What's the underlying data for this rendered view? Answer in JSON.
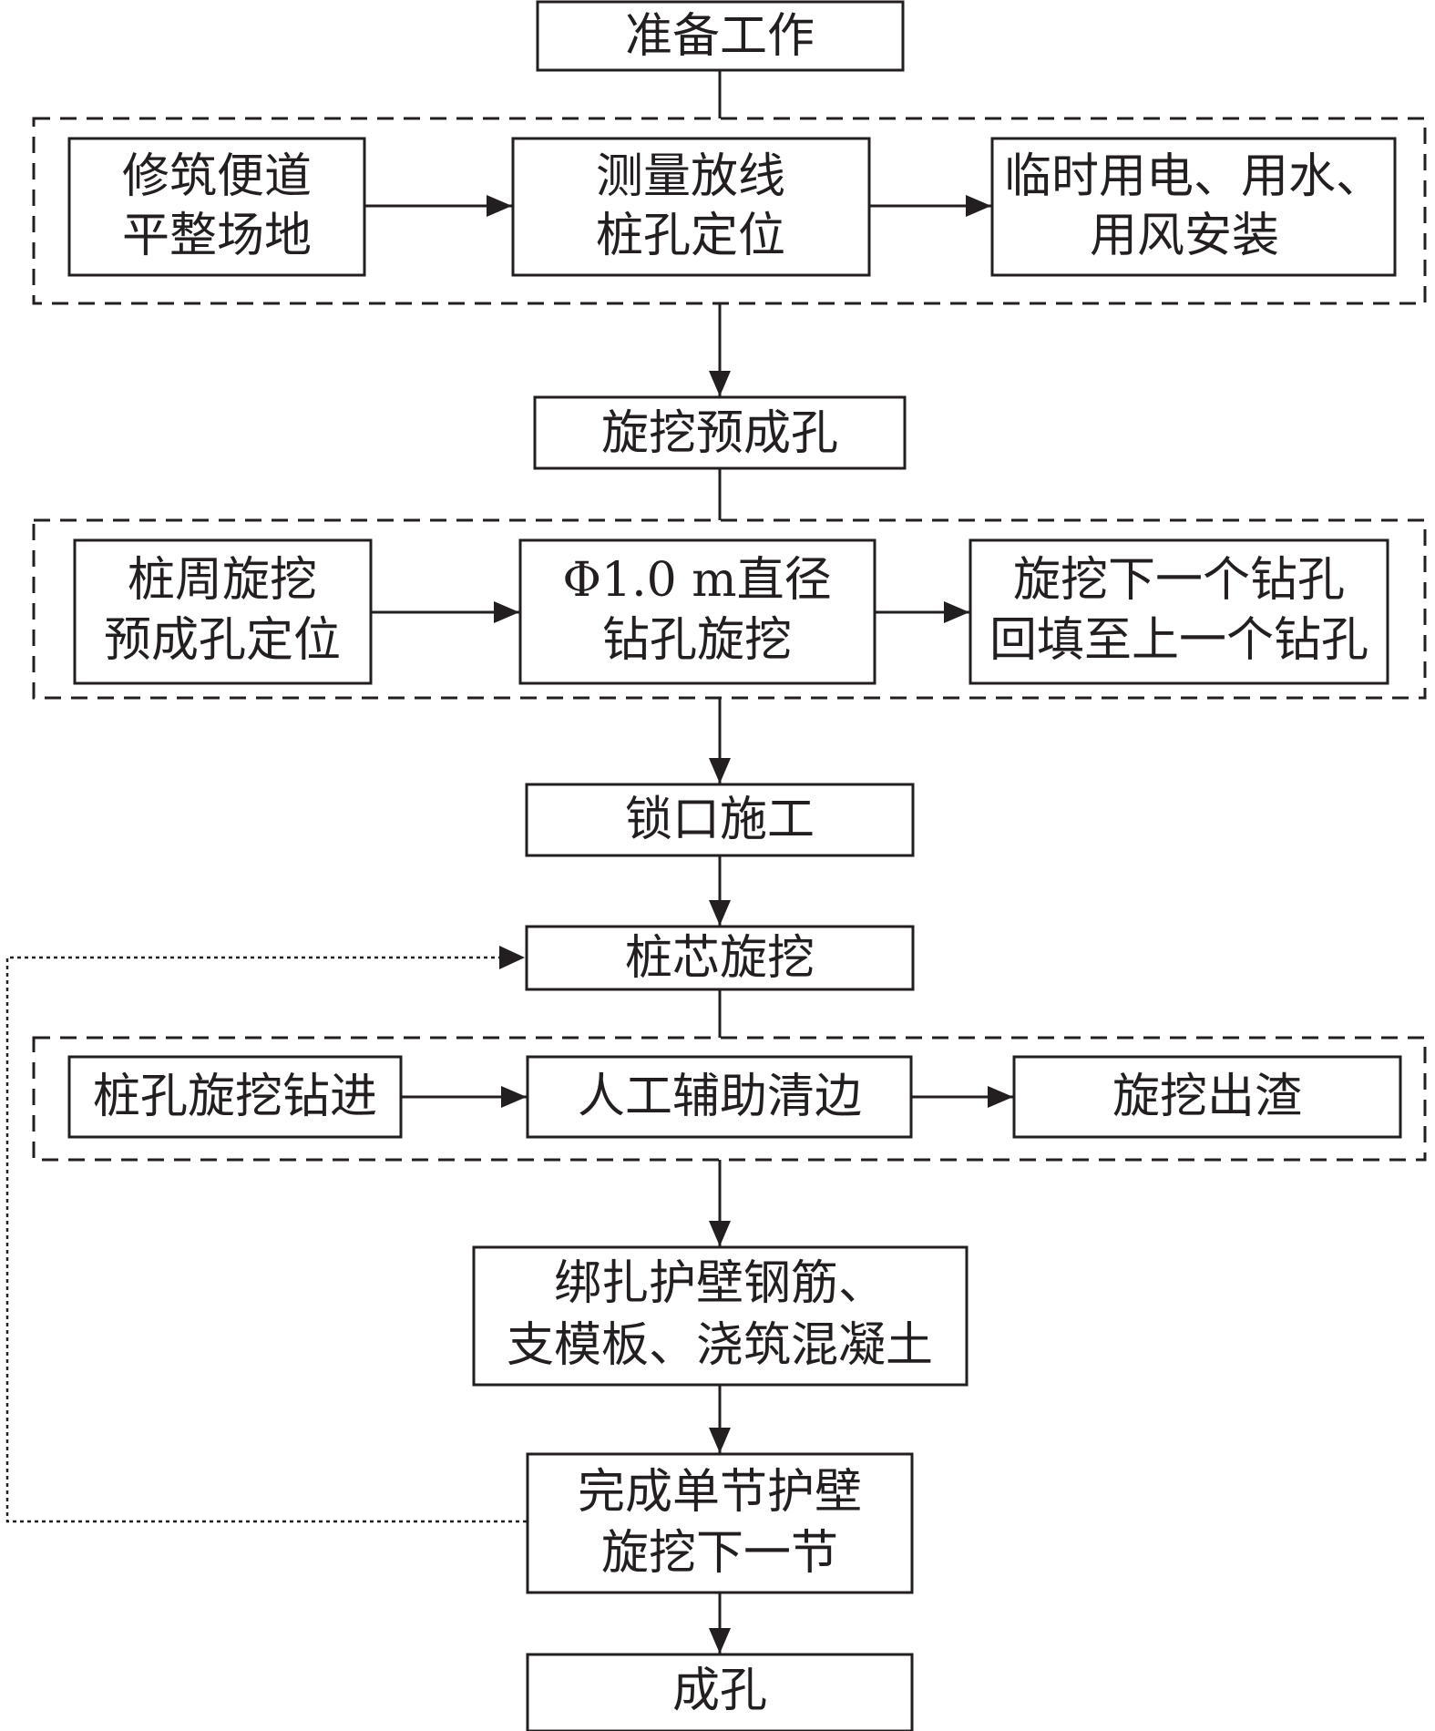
{
  "nodes": {
    "prep": {
      "lines": [
        "准备工作"
      ]
    },
    "road": {
      "lines": [
        "修筑便道",
        "平整场地"
      ]
    },
    "survey": {
      "lines": [
        "测量放线",
        "桩孔定位"
      ]
    },
    "utilities": {
      "lines": [
        "临时用电、用水、",
        "用风安装"
      ]
    },
    "prebore": {
      "lines": [
        "旋挖预成孔"
      ]
    },
    "locate": {
      "lines": [
        "桩周旋挖",
        "预成孔定位"
      ]
    },
    "drill": {
      "lines": [
        "Φ1.0 m直径",
        "钻孔旋挖"
      ]
    },
    "next_hole": {
      "lines": [
        "旋挖下一个钻孔",
        "回填至上一个钻孔"
      ]
    },
    "lock": {
      "lines": [
        "锁口施工"
      ]
    },
    "core": {
      "lines": [
        "桩芯旋挖"
      ]
    },
    "advance": {
      "lines": [
        "桩孔旋挖钻进"
      ]
    },
    "clean": {
      "lines": [
        "人工辅助清边"
      ]
    },
    "muck": {
      "lines": [
        "旋挖出渣"
      ]
    },
    "rebar": {
      "lines": [
        "绑扎护壁钢筋、",
        "支模板、浇筑混凝土"
      ]
    },
    "finish_sect": {
      "lines": [
        "完成单节护壁",
        "旋挖下一节"
      ]
    },
    "done": {
      "lines": [
        "成孔"
      ]
    }
  },
  "colors": {
    "stroke": "#231f20",
    "background": "#ffffff"
  }
}
